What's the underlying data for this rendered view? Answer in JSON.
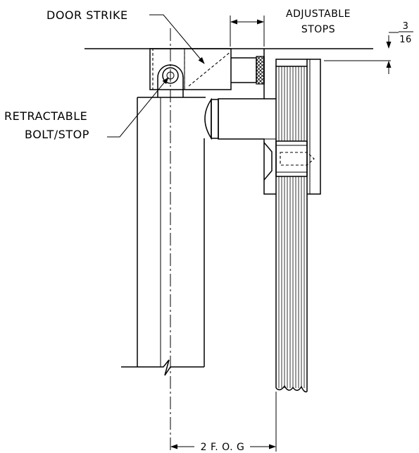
{
  "labels": {
    "door_strike": "DOOR STRIKE",
    "adjustable_line1": "ADJUSTABLE",
    "adjustable_line2": "STOPS",
    "fraction_num": "3",
    "fraction_den": "16",
    "retractable_line1": "RETRACTABLE",
    "retractable_line2": "BOLT/STOP",
    "dimension": "2 F. O. G"
  }
}
